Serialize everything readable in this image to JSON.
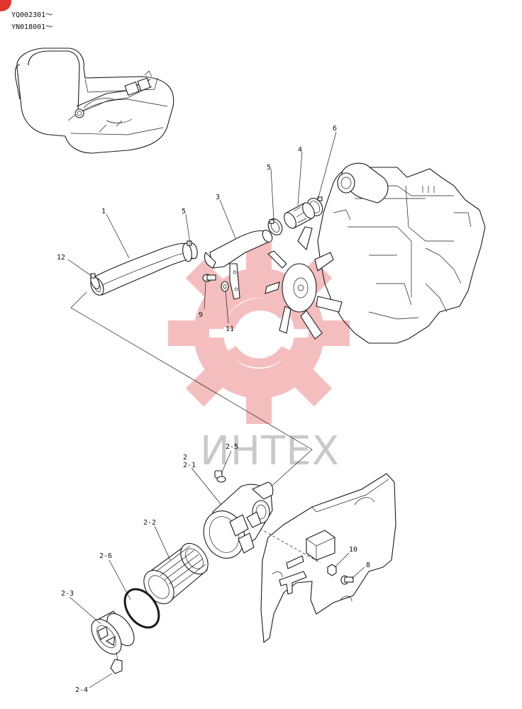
{
  "serials": [
    "YQ002301～",
    "YN018001～"
  ],
  "callouts": {
    "c1": "1",
    "c2": "2",
    "c2_1": "2-1",
    "c2_2": "2-2",
    "c2_3": "2-3",
    "c2_4": "2-4",
    "c2_5": "2-5",
    "c2_6": "2-6",
    "c3": "3",
    "c4": "4",
    "c5a": "5",
    "c5b": "5",
    "c6": "6",
    "c8": "8",
    "c9": "9",
    "c10": "10",
    "c11": "11",
    "c12": "12"
  },
  "watermark": {
    "text": "ИНТЕХ",
    "gear_color": "#f2a9a9",
    "text_color": "#c9c9c9"
  },
  "colors": {
    "line": "#1a1a1a",
    "corner_badge": "#e0362c"
  }
}
